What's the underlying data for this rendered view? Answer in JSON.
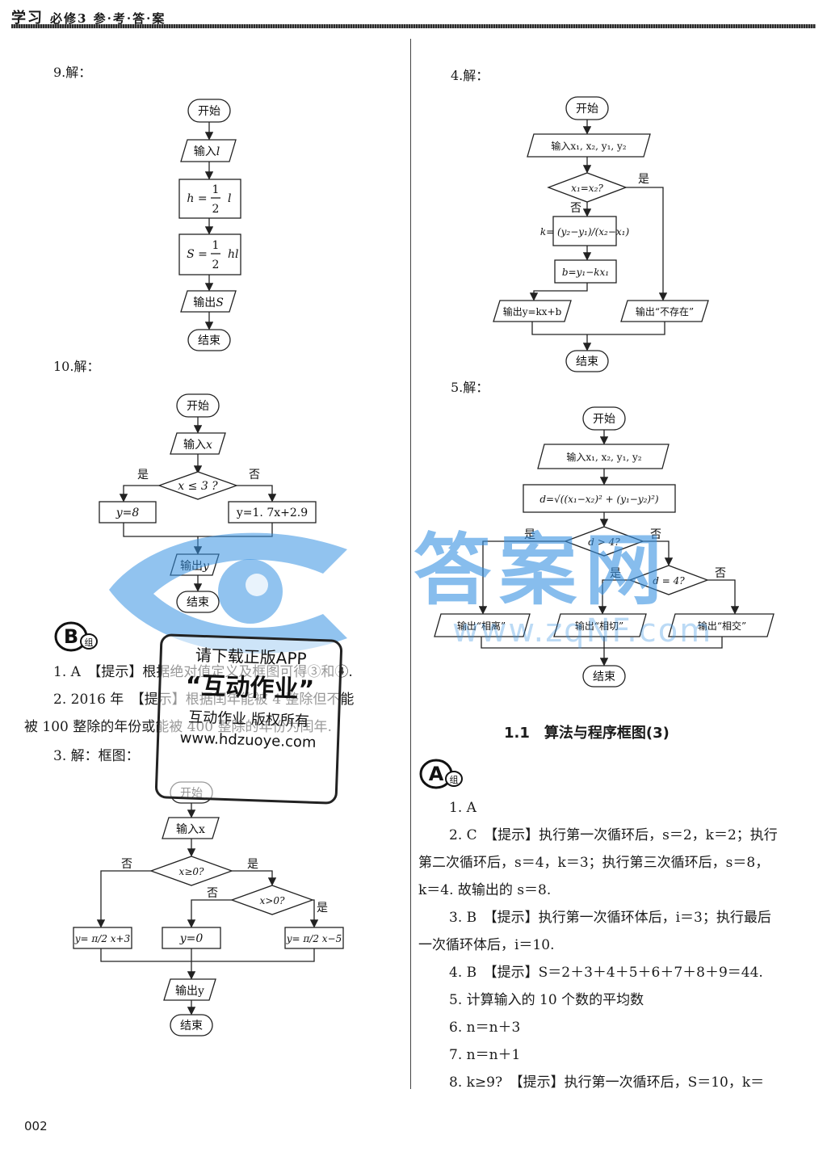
{
  "header": {
    "brand": "学习",
    "title": "必修3 参·考·答·案"
  },
  "page_number": "002",
  "left": {
    "q9": {
      "label": "9.解：",
      "start": "开始",
      "input": "输入",
      "input_var": "l",
      "h_lhs": "h =",
      "h_num": "1",
      "h_den": "2",
      "h_var": "l",
      "s_lhs": "S =",
      "s_num": "1",
      "s_den": "2",
      "s_var": "hl",
      "output": "输出",
      "output_var": "S",
      "end": "结束"
    },
    "q10": {
      "label": "10.解：",
      "start": "开始",
      "input": "输入",
      "input_var": "x",
      "cond": "x ≤ 3 ?",
      "yes": "是",
      "no": "否",
      "box_yes": "y=8",
      "box_no": "y=1. 7x+2.9",
      "output": "输出",
      "output_var": "y",
      "end": "结束"
    },
    "groupB": {
      "badge": "B",
      "badge_sub": "组"
    },
    "b_answers": [
      "1. A　【提示】根据绝对值定义及框图可得③和④.",
      "2. 2016 年　【提示】根据闰年能被 4 整除但不能",
      "被 100 整除的年份或能被 400 整除的年份为闰年.",
      "3. 解：框图："
    ],
    "q3": {
      "start": "开始",
      "input": "输入x",
      "cond1": "x≥0?",
      "cond2": "x>0?",
      "yes": "是",
      "no": "否",
      "box_left": "y= π/2 x+3",
      "box_mid": "y=0",
      "box_right": "y= π/2 x−5",
      "output": "输出y",
      "end": "结束"
    }
  },
  "right": {
    "q4": {
      "label": "4.解：",
      "start": "开始",
      "input": "输入x₁, x₂, y₁, y₂",
      "cond": "x₁=x₂?",
      "yes": "是",
      "no": "否",
      "k_box": "k= (y₂−y₁)/(x₂−x₁)",
      "b_box": "b=y₁−kx₁",
      "out_left": "输出y=kx+b",
      "out_right": "输出“不存在”",
      "end": "结束"
    },
    "q5": {
      "label": "5.解：",
      "start": "开始",
      "input": "输入x₁, x₂, y₁, y₂",
      "d_box": "d=√((x₁−x₂)² + (y₁−y₂)²)",
      "cond1": "d > 4?",
      "cond2": "d = 4?",
      "yes": "是",
      "no": "否",
      "out1": "输出“相离”",
      "out2": "输出“相切”",
      "out3": "输出“相交”",
      "end": "结束"
    },
    "section_title": "1.1　算法与程序框图(3)",
    "groupA": {
      "badge": "A",
      "badge_sub": "组"
    },
    "a_answers": [
      "1. A",
      "2. C　【提示】执行第一次循环后，s＝2，k＝2；执行",
      "第二次循环后，s＝4，k＝3；执行第三次循环后，s＝8，",
      "k＝4. 故输出的 s＝8.",
      "3. B　【提示】执行第一次循环体后，i＝3；执行最后",
      "一次循环体后，i＝10.",
      "4. B　【提示】S＝2＋3＋4＋5＋6＋7＋8＋9＝44.",
      "5. 计算输入的 10 个数的平均数",
      "6. n＝n＋3",
      "7. n＝n＋1",
      "8. k≥9?　【提示】执行第一次循环后，S＝10，k＝"
    ]
  },
  "watermarks": {
    "logo_text": "答案网",
    "logo_url": "www.zqNF.com",
    "stamp_lines": [
      "请下载正版APP",
      "“互动作业”",
      "互动作业 版权所有",
      "www.hdzuoye.com"
    ]
  },
  "colors": {
    "watermark_blue": "#3c96e1",
    "ink": "#1a1a1a"
  }
}
